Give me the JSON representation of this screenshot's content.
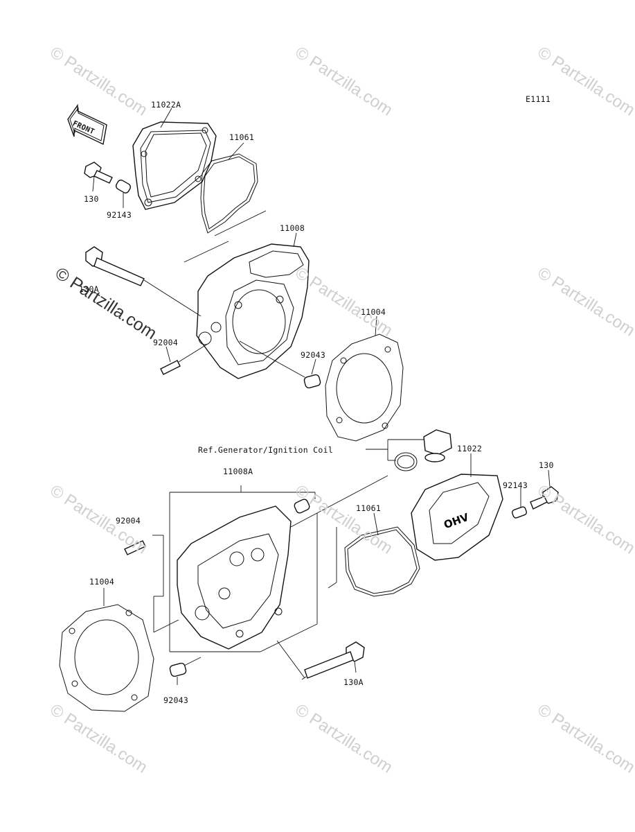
{
  "diagram_code": "E1111",
  "front_arrow_label": "FRONT",
  "watermark": "© Partzilla.com",
  "reference_note": "Ref.Generator/Ignition Coil",
  "callouts": {
    "c11022A": "11022A",
    "c11061_top": "11061",
    "c130_top": "130",
    "c92143_top": "92143",
    "c11008": "11008",
    "c130A_top": "130A",
    "c92004_top": "92004",
    "c92043_top": "92043",
    "c11004_top": "11004",
    "c11022": "11022",
    "c130_right": "130",
    "c92143_right": "92143",
    "c11008A": "11008A",
    "c11061_bottom": "11061",
    "c92004_bottom": "92004",
    "c11004_bottom": "11004",
    "c92043_bottom": "92043",
    "c130A_bottom": "130A"
  }
}
